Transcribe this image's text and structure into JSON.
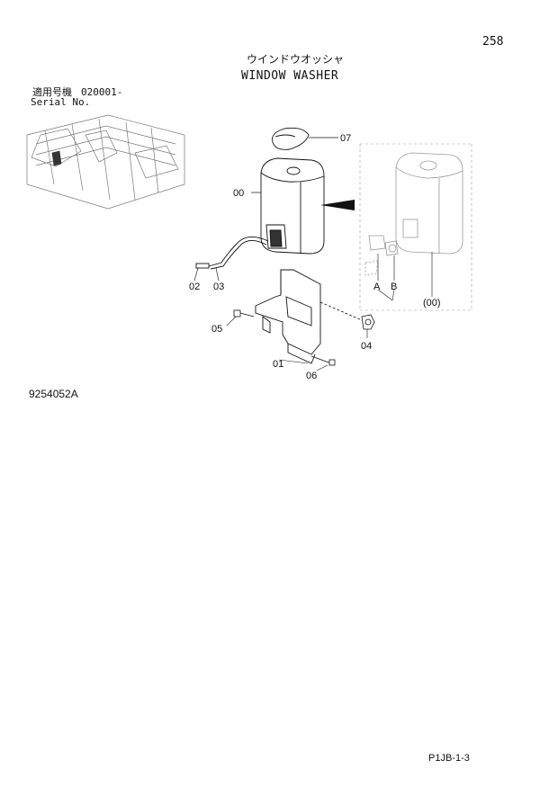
{
  "header": {
    "page_number": "258",
    "title_japanese": "ウインドウオッシャ",
    "title_english": "WINDOW WASHER",
    "serial_label_japanese": "適用号機",
    "serial_value": "020001-",
    "serial_label_english": "Serial No."
  },
  "callouts": {
    "c07": "07",
    "c00": "00",
    "c02": "02",
    "c03": "03",
    "c05": "05",
    "c04": "04",
    "c01": "01",
    "c06": "06",
    "detail_a": "A",
    "detail_b": "B",
    "detail_00": "(00)"
  },
  "footer": {
    "drawing_number": "9254052A",
    "page_code": "P1JB-1-3"
  }
}
